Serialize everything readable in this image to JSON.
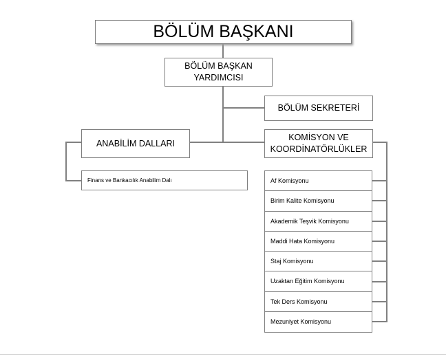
{
  "head": "BÖLÜM BAŞKANI",
  "deputy": [
    "BÖLÜM BAŞKAN",
    "YARDIMCISI"
  ],
  "secretary": "BÖLÜM SEKRETERİ",
  "departments": {
    "title": "ANABİLİM DALLARI",
    "items": [
      "Finans ve Bankacılık Anabilim Dalı"
    ]
  },
  "commissions": {
    "title": [
      "KOMİSYON VE",
      "KOORDİNATÖRLÜKLER"
    ],
    "items": [
      "Af Komisyonu",
      "Birim Kalite Komisyonu",
      "Akademik Teşvik Komisyonu",
      "Maddi Hata Komisyonu",
      "Staj Komisyonu",
      "Uzaktan Eğitim Komisyonu",
      "Tek Ders Komisyonu",
      "Mezuniyet Komisyonu"
    ]
  }
}
